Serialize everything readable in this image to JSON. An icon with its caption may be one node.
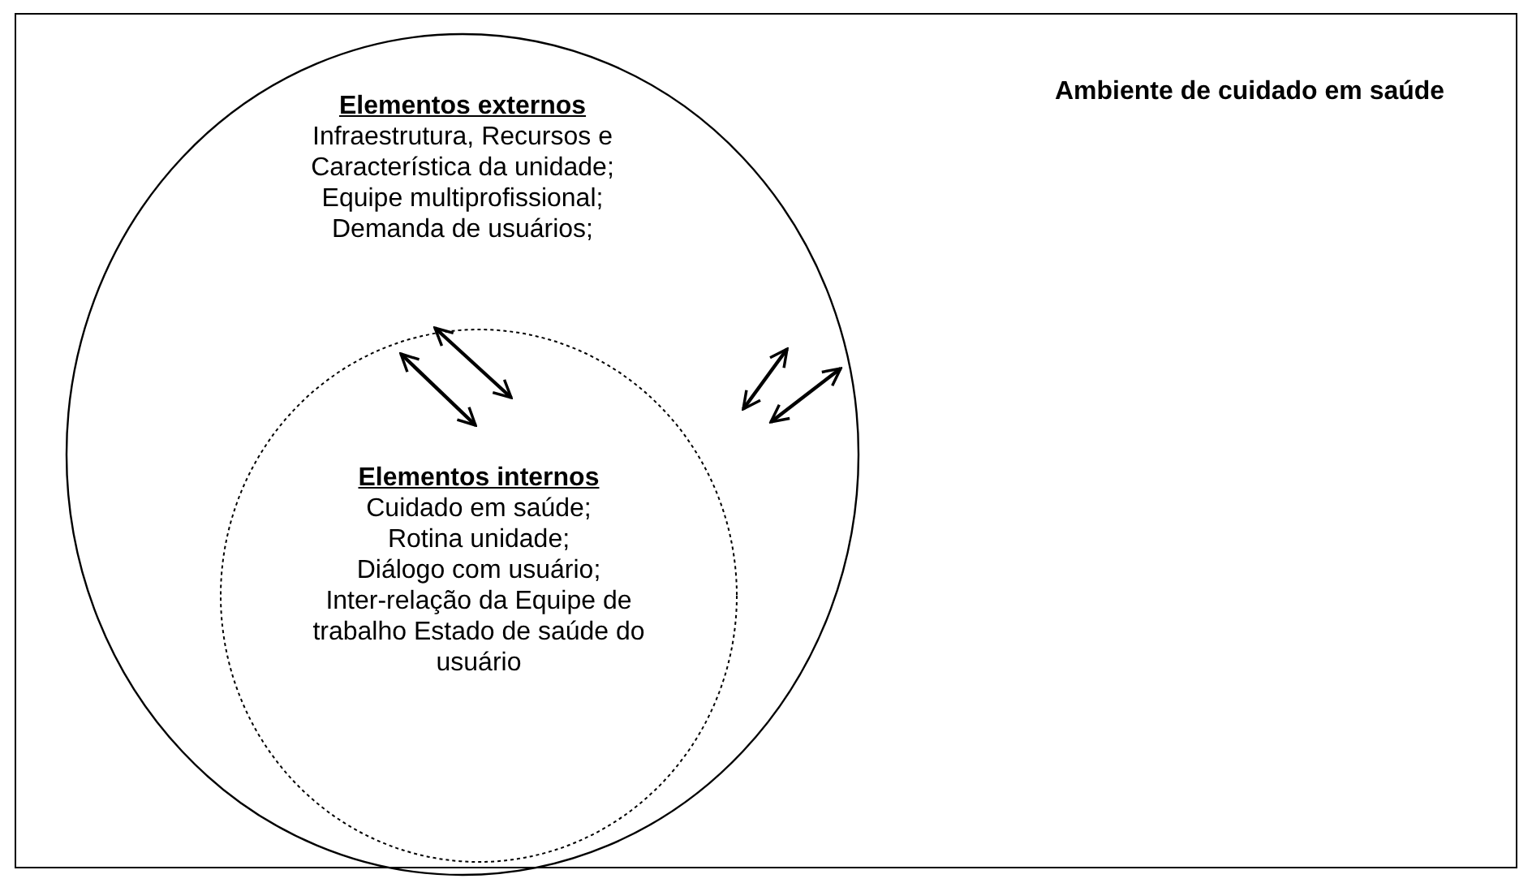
{
  "diagram": {
    "nodes": [
      {
        "text": [
          "Ambiente de cuidado em saúde"
        ]
      },
      {
        "text": [
          "Elementos externos",
          "Infraestrutura, Recursos e Característica da unidade; Equipe multiprofissional; Demanda de usuários;"
        ],
        "in": 0
      },
      {
        "text": [
          "Elementos internos",
          "Cuidado em saúde; Rotina unidade; Diálogo com usuário; Inter-relação da Equipe de trabalho Estado de saúde do usuário"
        ],
        "in": 1
      }
    ]
  }
}
